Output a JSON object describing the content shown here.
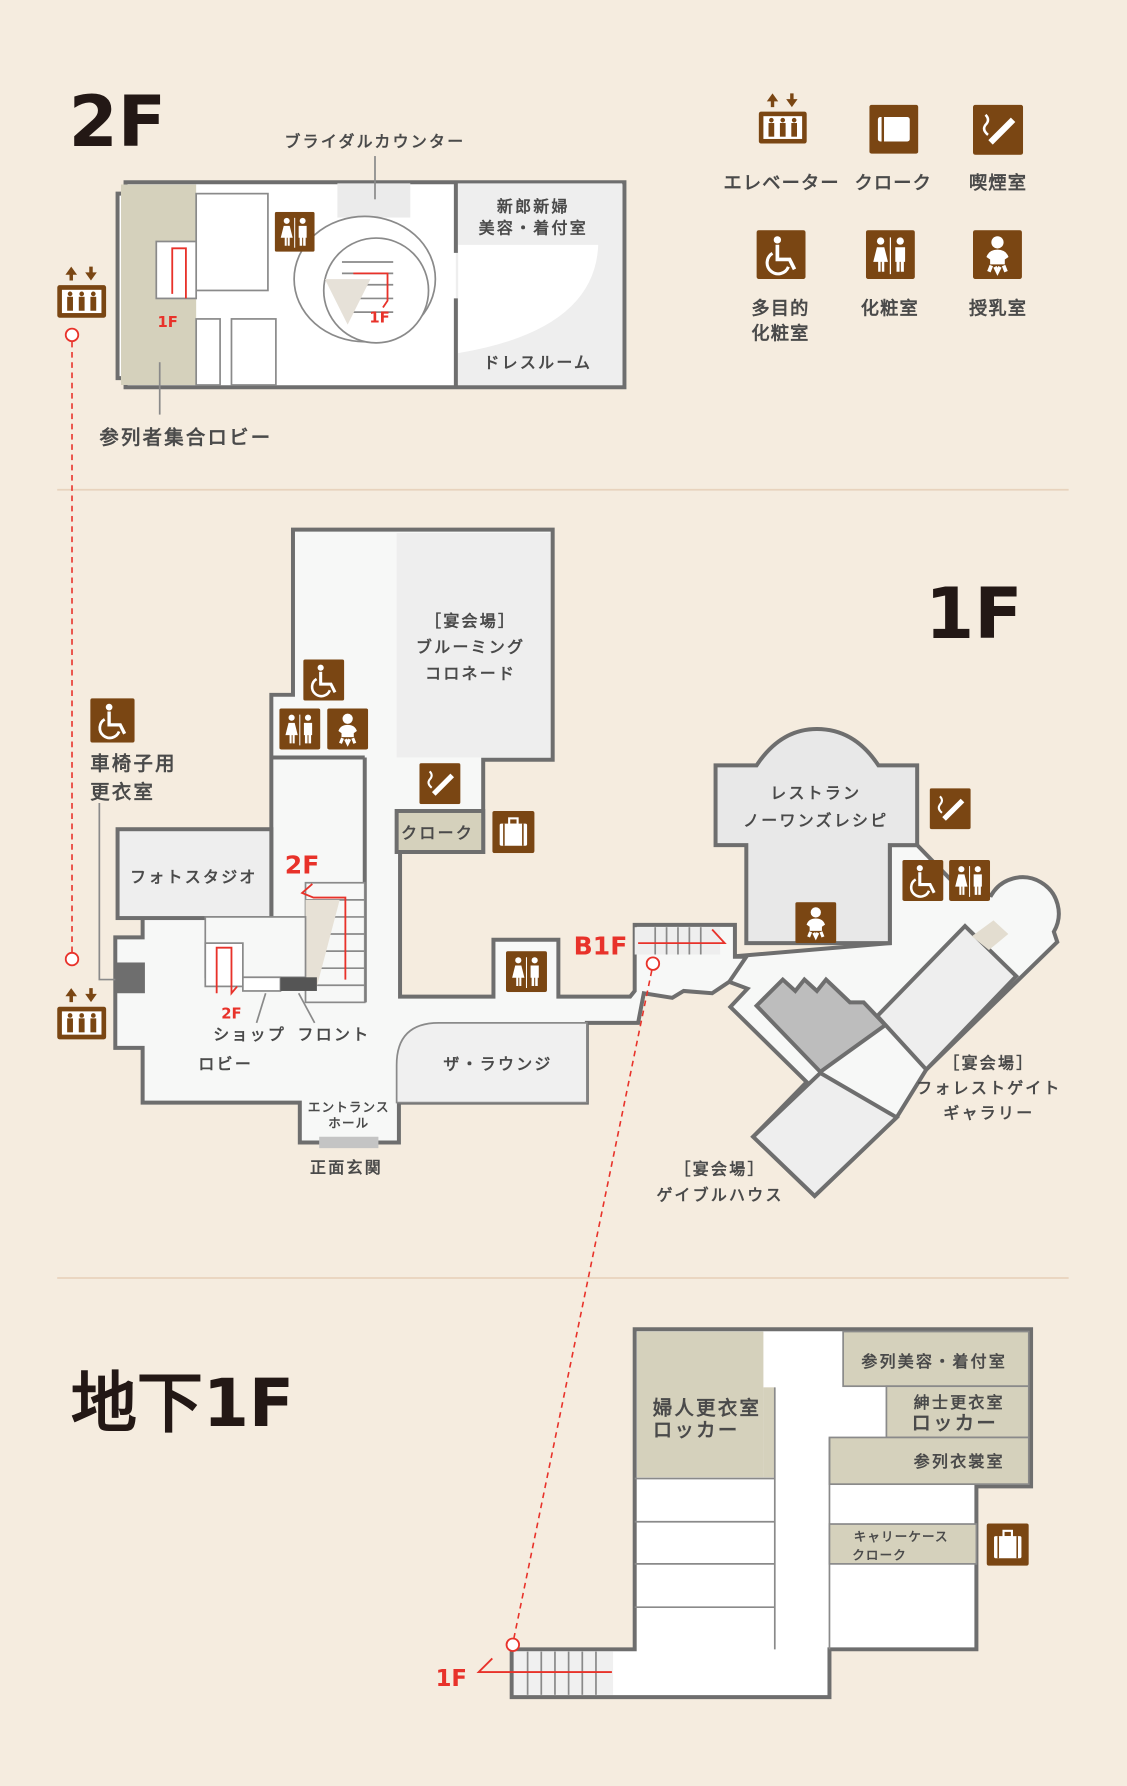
{
  "colors": {
    "background": "#f5ecdf",
    "wall": "#6e6e6e",
    "floor": "#f7f8f7",
    "room": "#eeeeee",
    "beige_room": "#d5d1bc",
    "icon": "#7a4613",
    "accent_red": "#e8322a",
    "divider": "#e8d3bd"
  },
  "legend": {
    "elevator": "エレベーター",
    "cloak": "クローク",
    "smoking": "喫煙室",
    "multipurpose_line1": "多目的",
    "multipurpose_line2": "化粧室",
    "restroom": "化粧室",
    "nursing": "授乳室"
  },
  "floor2": {
    "title": "2F",
    "bridal_counter": "ブライダルカウンター",
    "bride_room_line1": "新郎新婦",
    "bride_room_line2": "美容・着付室",
    "dress_room": "ドレスルーム",
    "guest_lobby": "参列者集合ロビー",
    "stairs_1f_a": "1F",
    "stairs_1f_b": "1F"
  },
  "floor1": {
    "title": "1F",
    "blooming_line1": "［宴会場］",
    "blooming_line2": "ブルーミング",
    "blooming_line3": "コロネード",
    "cloak": "クローク",
    "wheelchair_room_line1": "車椅子用",
    "wheelchair_room_line2": "更衣室",
    "photo_studio": "フォトスタジオ",
    "stairs_2f_main": "2F",
    "stairs_2f_small": "2F",
    "stairs_b1f": "B1F",
    "shop": "ショップ",
    "front": "フロント",
    "lobby": "ロビー",
    "lounge": "ザ・ラウンジ",
    "entrance_hall_line1": "エントランス",
    "entrance_hall_line2": "ホール",
    "main_entrance": "正面玄関",
    "restaurant_line1": "レストラン",
    "restaurant_line2": "ノーワンズレシピ",
    "forest_line1": "［宴会場］",
    "forest_line2": "フォレストゲイト",
    "forest_line3": "ギャラリー",
    "gable_line1": "［宴会場］",
    "gable_line2": "ゲイブルハウス"
  },
  "floorB1": {
    "title": "地下1F",
    "ladies_line1": "婦人更衣室",
    "ladies_line2": "ロッカー",
    "guest_beauty": "参列美容・着付室",
    "mens_line1": "紳士更衣室",
    "mens_line2": "ロッカー",
    "costume": "参列衣裳室",
    "carry_line1": "キャリーケース",
    "carry_line2": "クローク",
    "stairs_1f": "1F"
  }
}
